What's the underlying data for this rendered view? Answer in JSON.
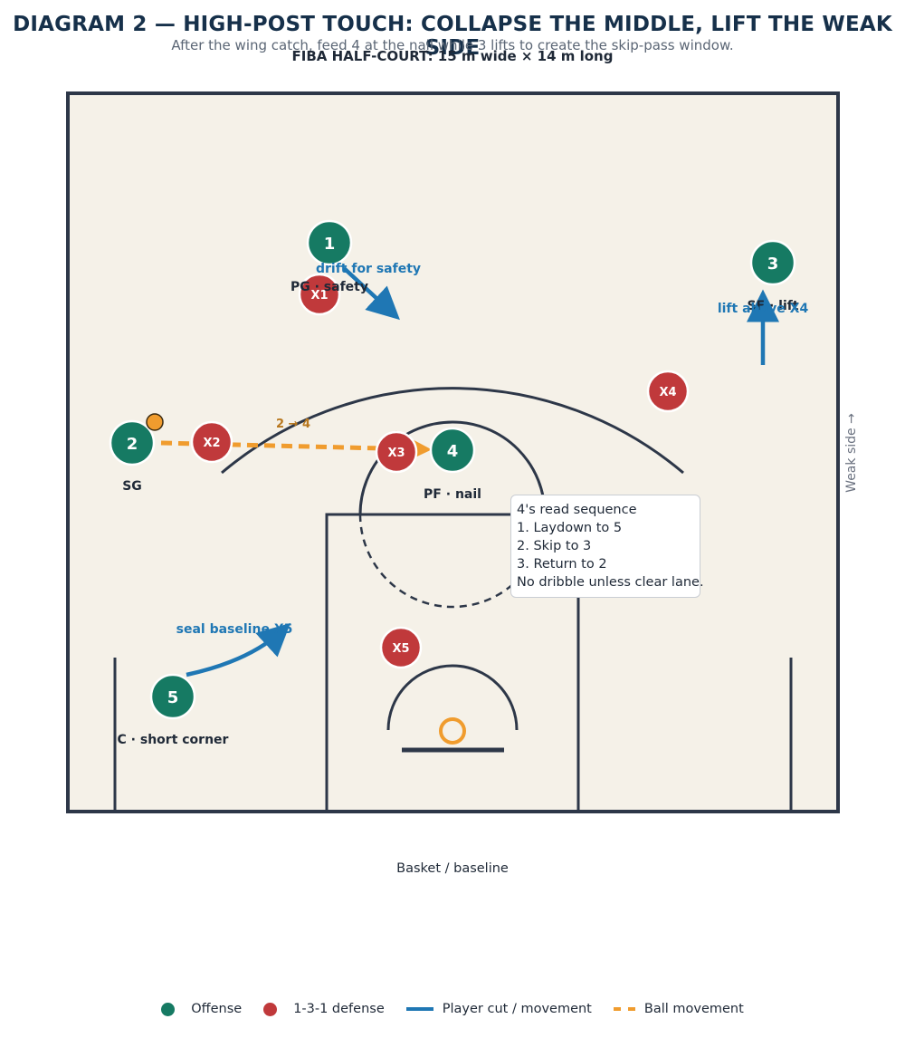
{
  "title": "DIAGRAM 2 — HIGH-POST TOUCH: COLLAPSE THE MIDDLE, LIFT THE WEAK SIDE",
  "subtitle": "After the wing catch, feed 4 at the nail while 3 lifts to create the skip-pass window.",
  "court_caption": "FIBA HALF-COURT: 15 m wide × 14 m long",
  "side_label": "Weak side →",
  "baseline_label": "Basket / baseline",
  "colors": {
    "offense": "#167a63",
    "defense": "#c0393b",
    "cut": "#1f77b4",
    "ball": "#f09c2e",
    "court_bg": "#f5f1e8",
    "lines": "#2d3748"
  },
  "offense": [
    {
      "id": "1",
      "label": "PG · safety"
    },
    {
      "id": "2",
      "label": "SG"
    },
    {
      "id": "3",
      "label": "SF · lift"
    },
    {
      "id": "4",
      "label": "PF · nail"
    },
    {
      "id": "5",
      "label": "C · short corner"
    }
  ],
  "defense": [
    {
      "id": "X1"
    },
    {
      "id": "X2"
    },
    {
      "id": "X3"
    },
    {
      "id": "X4"
    },
    {
      "id": "X5"
    }
  ],
  "movement_labels": {
    "drift": "drift for safety",
    "lift": "lift above X4",
    "seal": "seal baseline X5",
    "pass": "2 → 4"
  },
  "callout": {
    "title": "4's read sequence",
    "lines": [
      "1. Laydown to 5",
      "2. Skip to 3",
      "3. Return to 2",
      "No dribble unless clear lane."
    ]
  },
  "legend": [
    {
      "label": "Offense",
      "kind": "dot",
      "color": "#167a63"
    },
    {
      "label": "1-3-1 defense",
      "kind": "dot",
      "color": "#c0393b"
    },
    {
      "label": "Player cut / movement",
      "kind": "solid",
      "color": "#1f77b4"
    },
    {
      "label": "Ball movement",
      "kind": "dashed",
      "color": "#f09c2e"
    }
  ]
}
